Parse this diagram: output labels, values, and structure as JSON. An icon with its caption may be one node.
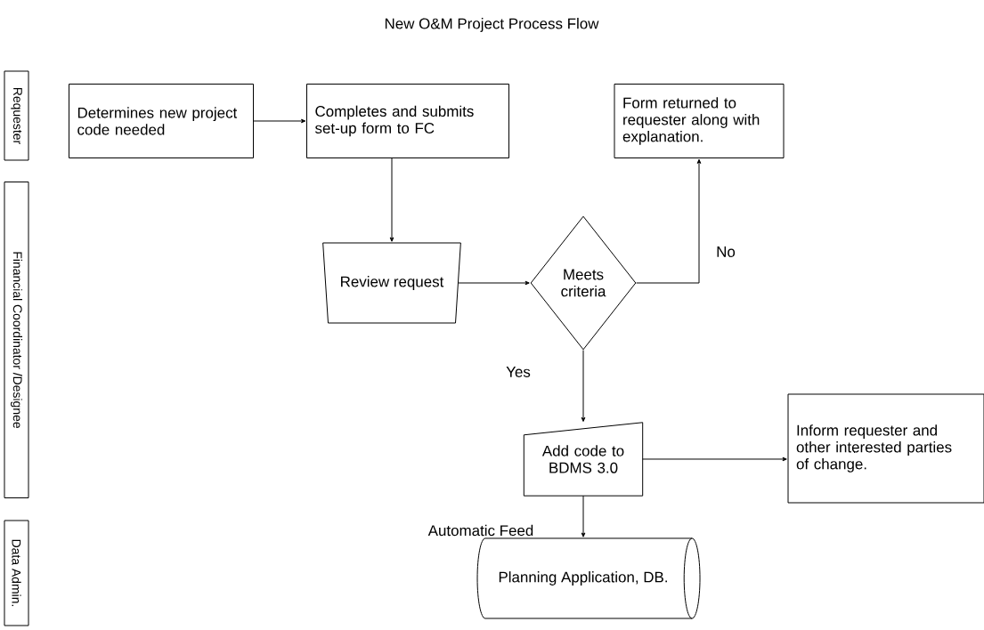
{
  "diagram": {
    "title": "New O&M Project Process Flow",
    "nodes": [
      {
        "text": [
          "Requester"
        ]
      },
      {
        "text": [
          "Financial Coordinator /Designee"
        ]
      },
      {
        "text": [
          "Data Admin."
        ]
      },
      {
        "text": [
          "Determines new project code needed"
        ]
      },
      {
        "text": [
          "Completes and submits set-up form to FC"
        ]
      },
      {
        "text": [
          "Form returned to requester along with explanation."
        ]
      },
      {
        "text": [
          "Review request"
        ]
      },
      {
        "text": [
          "Meets criteria"
        ]
      },
      {
        "text": [
          "Add code to BDMS 3.0"
        ]
      },
      {
        "text": [
          "Inform requester and other interested parties of change."
        ]
      },
      {
        "text": [
          "Planning Application, DB."
        ]
      }
    ],
    "edges": [
      {
        "from": 3,
        "to": 4,
        "arrow": "to"
      },
      {
        "from": 4,
        "to": 6,
        "arrow": "to"
      },
      {
        "from": 6,
        "to": 7,
        "arrow": "to"
      },
      {
        "from": 7,
        "to": 5,
        "arrow": "to",
        "label": "No"
      },
      {
        "from": 7,
        "to": 8,
        "arrow": "to",
        "label": "Yes"
      },
      {
        "from": 8,
        "to": 9,
        "arrow": "to"
      },
      {
        "from": 8,
        "to": 10,
        "arrow": "to",
        "label": "Automatic Feed"
      }
    ]
  }
}
